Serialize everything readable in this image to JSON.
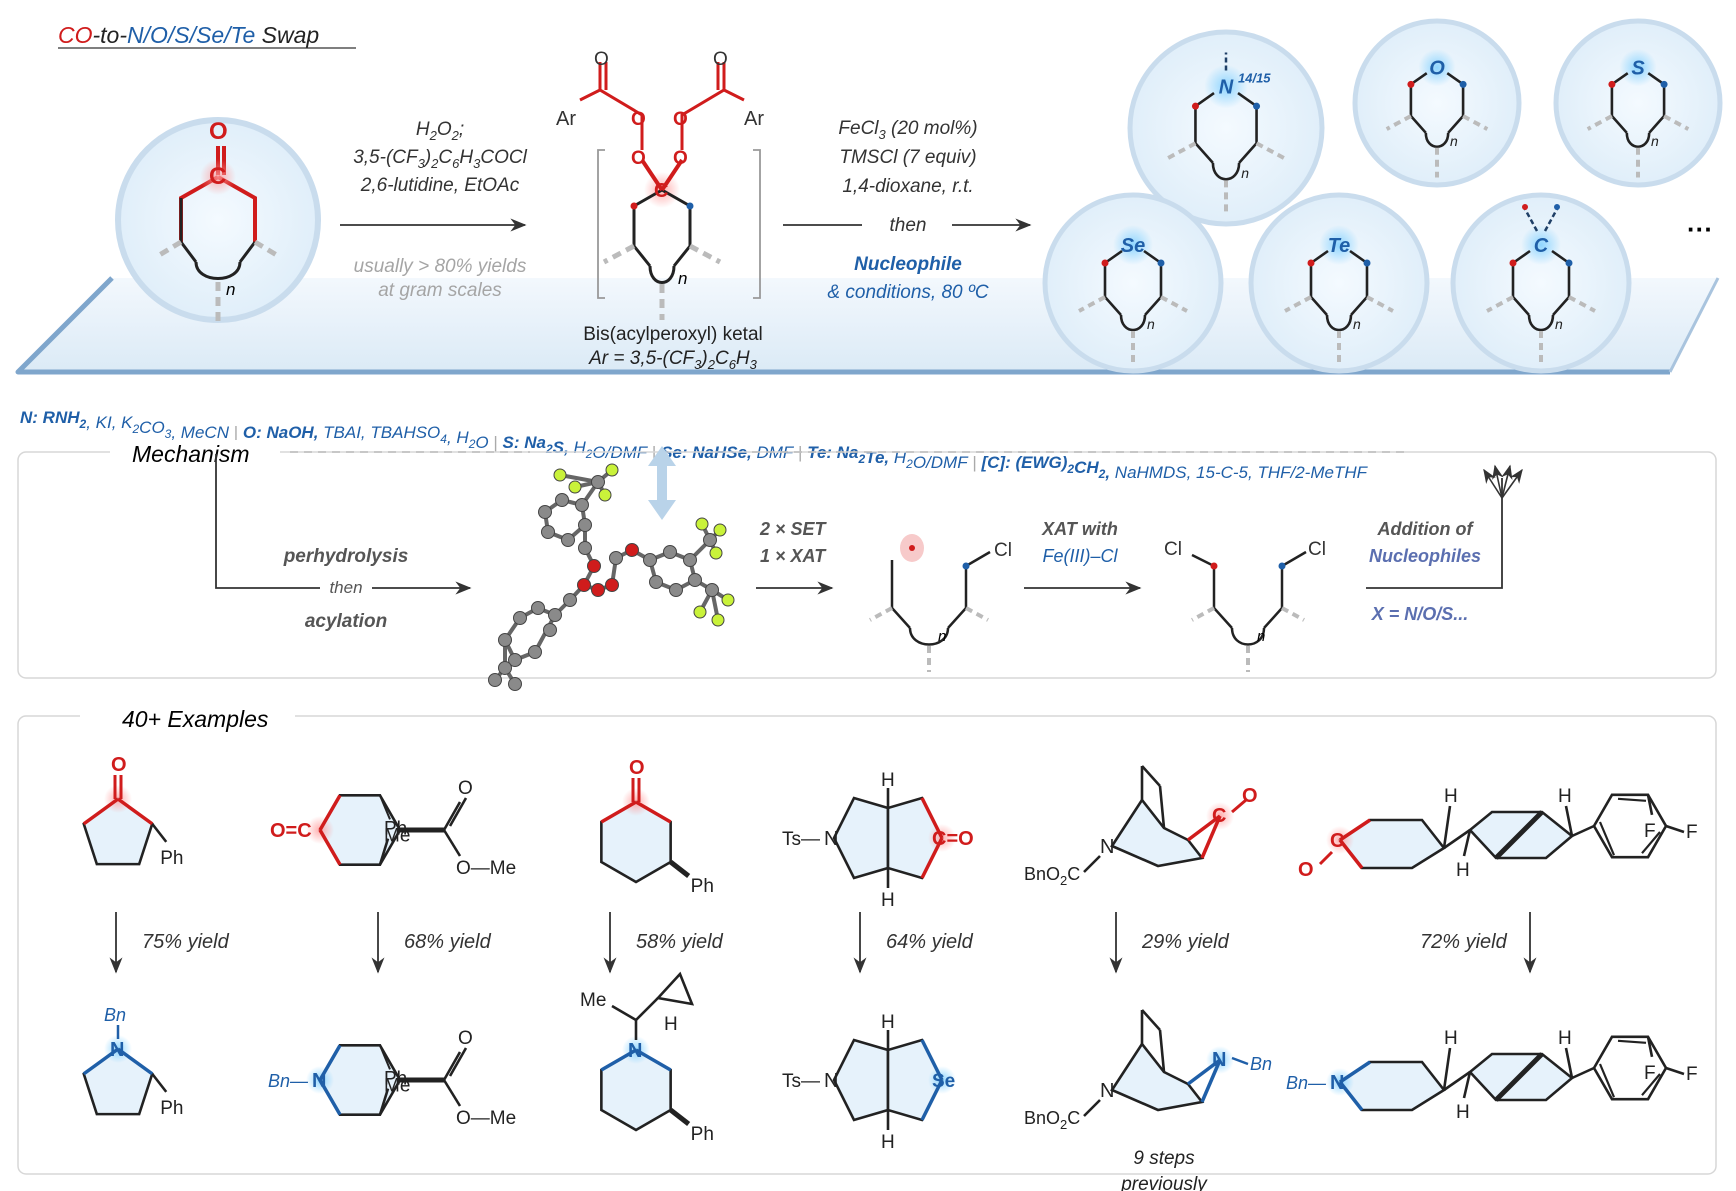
{
  "title": {
    "co": "CO",
    "to": "-to-",
    "nos": "N/O/S/Se/Te",
    "swap": " Swap"
  },
  "step1": {
    "l1a": "H",
    "l1b": "2",
    "l1c": "O",
    "l1d": "2",
    "l1e": ";",
    "l2a": "3,5-(CF",
    "l2b": "3",
    "l2c": ")",
    "l2d": "2",
    "l2e": "C",
    "l2f": "6",
    "l2g": "H",
    "l2h": "3",
    "l2i": "COCl",
    "l3": "2,6-lutidine, EtOAc",
    "yield1": "usually > 80% yields",
    "yield2": "at gram scales"
  },
  "ketal": {
    "name": "Bis(acylperoxyl) ketal",
    "ar_a": "Ar = 3,5-(CF",
    "ar_b": "3",
    "ar_c": ")",
    "ar_d": "2",
    "ar_e": "C",
    "ar_f": "6",
    "ar_g": "H",
    "ar_h": "3",
    "ar_left": "Ar",
    "ar_right": "Ar",
    "o": "O",
    "c": "C",
    "n": "n"
  },
  "step2": {
    "l1a": "FeCl",
    "l1b": "3",
    "l1c": " (20 mol%)",
    "l2": "TMSCl (7 equiv)",
    "l3": "1,4-dioxane, r.t.",
    "then": "then",
    "nuc": "Nucleophile",
    "cond": "& conditions, 80 ºC"
  },
  "products": {
    "n": "N",
    "n_sup": "14/15",
    "o": "O",
    "s": "S",
    "se": "Se",
    "te": "Te",
    "c": "C",
    "ring_n": "n",
    "more": "···"
  },
  "conditions": [
    {
      "parts": [
        {
          "t": "N: RNH",
          "b": 1
        },
        {
          "t": "2",
          "b": 1,
          "sub": 1
        },
        {
          "t": ", KI, K"
        },
        {
          "t": "2",
          "sub": 1
        },
        {
          "t": "CO"
        },
        {
          "t": "3",
          "sub": 1
        },
        {
          "t": ", MeCN"
        }
      ]
    },
    {
      "parts": [
        {
          "t": "O: NaOH,",
          "b": 1
        },
        {
          "t": " TBAI, TBAHSO"
        },
        {
          "t": "4",
          "sub": 1
        },
        {
          "t": ", H"
        },
        {
          "t": "2",
          "sub": 1
        },
        {
          "t": "O"
        }
      ]
    },
    {
      "parts": [
        {
          "t": "S: Na",
          "b": 1
        },
        {
          "t": "2",
          "b": 1,
          "sub": 1
        },
        {
          "t": "S,",
          "b": 1
        },
        {
          "t": " H"
        },
        {
          "t": "2",
          "sub": 1
        },
        {
          "t": "O/DMF"
        }
      ]
    },
    {
      "parts": [
        {
          "t": "Se: NaHSe,",
          "b": 1
        },
        {
          "t": " DMF"
        }
      ]
    },
    {
      "parts": [
        {
          "t": "Te: Na",
          "b": 1
        },
        {
          "t": "2",
          "b": 1,
          "sub": 1
        },
        {
          "t": "Te,",
          "b": 1
        },
        {
          "t": " H"
        },
        {
          "t": "2",
          "sub": 1
        },
        {
          "t": "O/DMF"
        }
      ]
    },
    {
      "parts": [
        {
          "t": "[C]: (EWG)",
          "b": 1
        },
        {
          "t": "2",
          "b": 1,
          "sub": 1
        },
        {
          "t": "CH",
          "b": 1
        },
        {
          "t": "2",
          "b": 1,
          "sub": 1
        },
        {
          "t": ",",
          "b": 1
        },
        {
          "t": " NaHMDS, 15-C-5, THF/2-MeTHF"
        }
      ]
    }
  ],
  "mechanism": {
    "label": "Mechanism",
    "perhydrolysis": "perhydrolysis",
    "then": "then",
    "acylation": "acylation",
    "set": "2 × SET",
    "xat": "1 × XAT",
    "xat_with": "XAT with",
    "fe": "Fe(III)–Cl",
    "cl": "Cl",
    "n": "n",
    "addition": "Addition of",
    "nucleophiles": "Nucleophiles",
    "x": "X = N/O/S..."
  },
  "examples": {
    "label": "40+ Examples",
    "yields": [
      "75% yield",
      "68% yield",
      "58% yield",
      "64% yield",
      "29% yield",
      "72% yield"
    ],
    "o": "O",
    "c": "C",
    "n": "N",
    "se": "Se",
    "h": "H",
    "ph": "Ph",
    "me": "Me",
    "ome": "O—Me",
    "bn": "Bn",
    "bn_dash": "Bn—",
    "ts": "Ts",
    "ts_dash": "Ts—",
    "bnco_a": "BnO",
    "bnco_b": "2",
    "bnco_c": "C",
    "f": "F",
    "c_eq_o": "C=O",
    "o_eq_c": "O=C",
    "steps1": "9 steps",
    "steps2": "previously"
  },
  "colors": {
    "red": "#d01c1c",
    "blue": "#1f5fa8",
    "grey": "#9a9a9a",
    "gold": "#c9f23a",
    "panel": "#e9f3fb"
  }
}
